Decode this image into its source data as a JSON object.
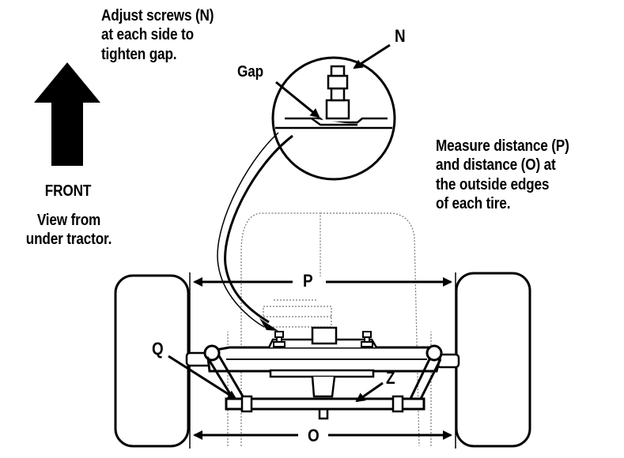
{
  "labels": {
    "adjust_note": "Adjust screws (N)\nat each side to\ntighten gap.",
    "callout_n": "N",
    "callout_gap": "Gap",
    "measure_note": "Measure distance (P)\nand distance (O) at\nthe outside edges\nof each tire.",
    "front": "FRONT",
    "view_note": "View from\nunder tractor.",
    "dim_p": "P",
    "dim_o": "O",
    "callout_q": "Q",
    "callout_z": "Z"
  },
  "icons": {
    "front_arrow": "up-arrow-icon"
  },
  "colors": {
    "ink": "#000000",
    "paper": "#ffffff",
    "ghost": "#777777"
  }
}
